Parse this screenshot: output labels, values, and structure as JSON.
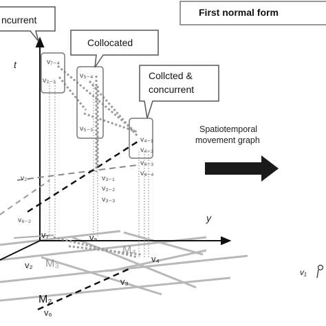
{
  "callouts": {
    "concurrent": "ncurrent",
    "collocated": "Collocated",
    "collocated_concurrent_1": "Collcted &",
    "collocated_concurrent_2": "concurrent",
    "first_normal_form": "First normal form"
  },
  "arrow_label": {
    "line1": "Spatiotemporal",
    "line2": "movement graph"
  },
  "axes": {
    "t": "t",
    "y": "y"
  },
  "upper_vertices": {
    "v7_4": "v₇₋₄",
    "v2_3": "v₂₋₃",
    "v5_4": "v₅₋₄",
    "v5_3": "v₅₋₃",
    "v4_1": "v₄₋₁",
    "v4_2": "v₄₋₂",
    "v4_3": "v₄₋₃",
    "v4_4": "v₄₋₄",
    "v3_1": "v₃₋₁",
    "v3_2": "v₃₋₂",
    "v3_3": "v₃₋₃",
    "v2_dash": "v₂₋",
    "v6_2": "v₆₋₂"
  },
  "ground_vertices": {
    "v7": "v₇",
    "v5": "v₅",
    "v2": "v₂",
    "v3": "v₃",
    "v4": "v₄",
    "v6": "v₆"
  },
  "movers": {
    "m2": "M₂",
    "m3": "M₃",
    "m4": "M₄"
  },
  "right_panel": {
    "v1": "v₁"
  }
}
